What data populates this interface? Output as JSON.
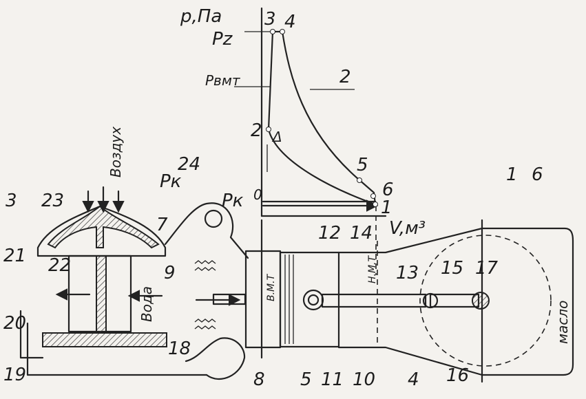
{
  "diagram": {
    "pv": {
      "y_axis_label": "p,Па",
      "x_axis_label": "V,м³",
      "p_z": "Pz",
      "p_vmt": "Pвмт",
      "p_k_axis": "Pк",
      "zero": "0",
      "delta": "Δ",
      "points": [
        "1",
        "2",
        "3",
        "4",
        "5",
        "6"
      ],
      "curve_label": "2"
    },
    "engine": {
      "air_label": "Воздух",
      "water_label": "Вода",
      "oil_label": "масло",
      "pk_label": "Pк",
      "vmt_label": "В.М.Т",
      "nmt_label": "Н.М.Т"
    },
    "callouts": [
      "1",
      "3",
      "4",
      "5",
      "6",
      "7",
      "8",
      "9",
      "10",
      "11",
      "12",
      "13",
      "14",
      "15",
      "16",
      "17",
      "18",
      "19",
      "20",
      "21",
      "22",
      "23",
      "24"
    ]
  }
}
